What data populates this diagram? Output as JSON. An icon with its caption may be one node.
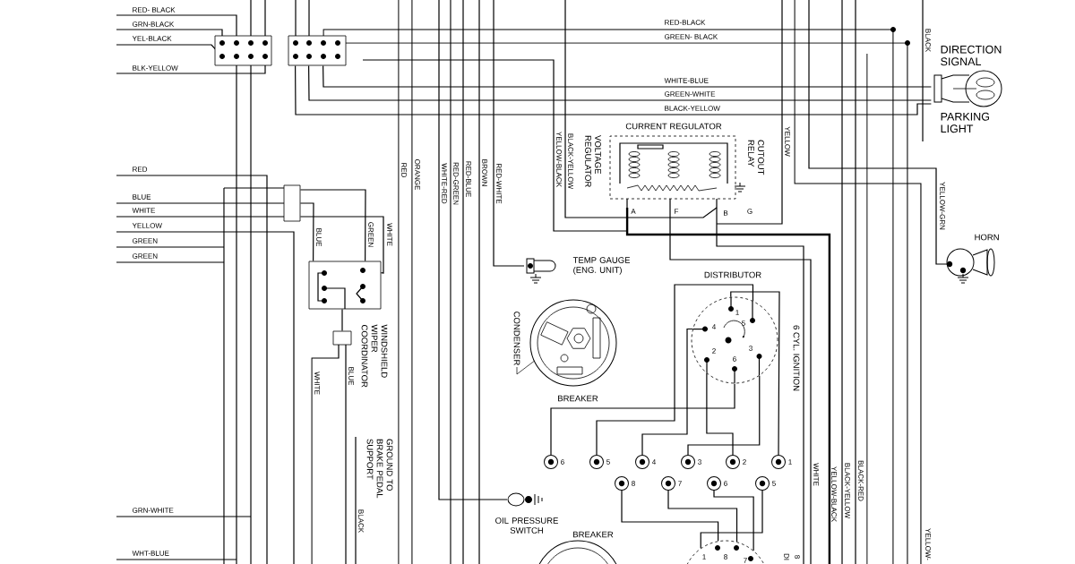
{
  "diagram": {
    "nodes": [
      {
        "text": [],
        "shape": "box"
      },
      {
        "text": [],
        "shape": "box"
      },
      {
        "text": [],
        "shape": "box"
      },
      {
        "text": [
          "WINDSHIELD WIPER COORDINATOR"
        ]
      },
      {
        "text": [],
        "shape": "box"
      },
      {
        "text": [
          "CURRENT REGULATOR",
          "VOLTAGE REGULATOR",
          "CUTOUT RELAY",
          "A",
          "F",
          "B",
          "G"
        ]
      },
      {
        "text": [
          "DIRECTION SIGNAL",
          "PARKING LIGHT"
        ]
      },
      {
        "text": [
          "HORN"
        ]
      },
      {
        "text": [
          "TEMP GAUGE (ENG. UNIT)"
        ]
      },
      {
        "text": [
          "CONDENSER"
        ]
      },
      {
        "text": [
          "BREAKER"
        ]
      },
      {
        "text": [
          "DISTRIBUTOR",
          "1",
          "4",
          "5",
          "2",
          "3",
          "6"
        ]
      },
      {
        "text": [],
        "shape": "circle",
        "beside": [
          "6"
        ]
      },
      {
        "text": [],
        "shape": "circle",
        "beside": [
          "5"
        ]
      },
      {
        "text": [],
        "shape": "circle",
        "beside": [
          "4"
        ]
      },
      {
        "text": [],
        "shape": "circle",
        "beside": [
          "3"
        ]
      },
      {
        "text": [],
        "shape": "circle",
        "beside": [
          "2"
        ]
      },
      {
        "text": [],
        "shape": "circle",
        "beside": [
          "1"
        ]
      },
      {
        "text": [],
        "shape": "circle",
        "beside": [
          "8"
        ]
      },
      {
        "text": [],
        "shape": "circle",
        "beside": [
          "7"
        ]
      },
      {
        "text": [],
        "shape": "circle",
        "beside": [
          "6"
        ]
      },
      {
        "text": [],
        "shape": "circle",
        "beside": [
          "5"
        ]
      },
      {
        "text": [
          "OIL PRESSURE SWITCH"
        ]
      },
      {
        "text": [
          "BREAKER"
        ]
      },
      {
        "text": [
          "1",
          "8",
          "7"
        ]
      }
    ],
    "edges": [
      {
        "from": 11,
        "to": 12,
        "arrow": "none"
      },
      {
        "from": 11,
        "to": 13,
        "arrow": "none"
      },
      {
        "from": 11,
        "to": 14,
        "arrow": "none"
      },
      {
        "from": 11,
        "to": 15,
        "arrow": "none"
      },
      {
        "from": 11,
        "to": 16,
        "arrow": "none"
      },
      {
        "from": 11,
        "to": 17,
        "arrow": "none"
      },
      {
        "from": 18,
        "to": 24,
        "arrow": "none"
      },
      {
        "from": 19,
        "to": 24,
        "arrow": "none"
      },
      {
        "from": 20,
        "to": 24,
        "arrow": "none"
      },
      {
        "from": 21,
        "to": 24,
        "arrow": "none"
      },
      {
        "from": 9,
        "to": 10,
        "arrow": "none"
      },
      {
        "from": 2,
        "to": 3,
        "arrow": "none"
      },
      {
        "from": 2,
        "to": 3,
        "arrow": "none"
      },
      {
        "from": 2,
        "to": 3,
        "arrow": "none"
      },
      {
        "from": 4,
        "to": 3,
        "arrow": "none"
      },
      {
        "from": 1,
        "to": 6,
        "arrow": "none"
      },
      {
        "from": 1,
        "to": 6,
        "arrow": "none"
      },
      {
        "from": 1,
        "to": 6,
        "arrow": "none"
      }
    ],
    "labels": [
      "RED- BLACK",
      "GRN-BLACK",
      "YEL-BLACK",
      "BLK-YELLOW",
      "RED-BLACK",
      "GREEN- BLACK",
      "BLACK",
      "WHITE-BLUE",
      "GREEN-WHITE",
      "BLACK-YELLOW",
      "YELLOW-BLACK",
      "BLACK-YELLOW",
      "YELLOW",
      "RED",
      "RED",
      "ORANGE",
      "WHITE-RED",
      "RED-GREEN",
      "RED-BLUE",
      "BROWN",
      "RED-WHITE",
      "BLUE",
      "WHITE",
      "YELLOW",
      "BLUE",
      "GREEN",
      "WHITE",
      "GREEN",
      "GREEN",
      "YELLOW-GRN",
      "6 CYL. IGNITION",
      "WHITE",
      "BLUE",
      "GROUND TO BRAKE PEDAL SUPPORT",
      "BLACK",
      "GRN-WHITE",
      "WHITE",
      "YELLOW-BLACK",
      "BLACK-YELLOW",
      "BLACK-RED",
      "DI",
      "8",
      "WHT-BLUE",
      "YELLOW-"
    ]
  }
}
